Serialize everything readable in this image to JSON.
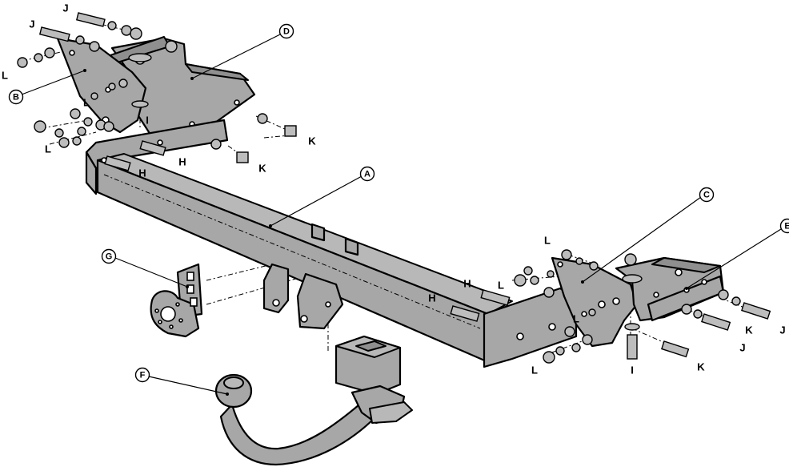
{
  "callouts": {
    "A": "A",
    "B": "B",
    "C": "C",
    "D": "D",
    "E": "E",
    "F": "F",
    "G": "G"
  },
  "fastener_labels": {
    "H": "H",
    "I": "I",
    "J": "J",
    "K": "K",
    "L": "L"
  }
}
